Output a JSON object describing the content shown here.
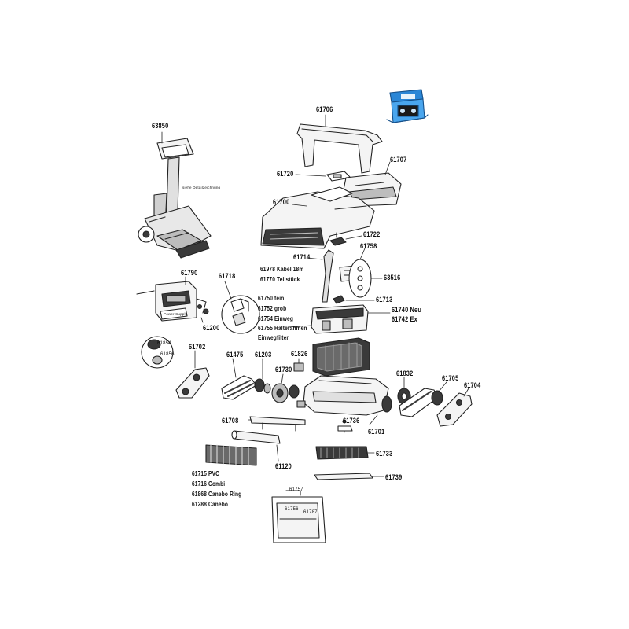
{
  "colors": {
    "line": "#222222",
    "fill_light": "#f4f4f4",
    "fill_mid": "#bdbdbd",
    "fill_dark": "#3a3a3a",
    "robot_blue": "#2a86d6"
  },
  "labels": {
    "p63850": "63850",
    "p61706": "61706",
    "p61707": "61707",
    "p61720": "61720",
    "p61700": "61700",
    "p61722": "61722",
    "p61758": "61758",
    "p61714": "61714",
    "p61978": "61978 Kabel 18m",
    "p61770": "61770 Teilstück",
    "p63516": "63516",
    "p61713": "61713",
    "p61740": "61740 Neu",
    "p61742": "61742 Ex",
    "p61750": "61750 fein",
    "p61752": "61752 grob",
    "p61754": "61754 Einweg",
    "p61755": "61755 Halterahmen",
    "einwegfilter": "Einwegfilter",
    "p61790": "61790",
    "p61718": "61718",
    "p61200": "61200",
    "p61702": "61702",
    "p61475": "61475",
    "p61203": "61203",
    "p61826": "61826",
    "p61730": "61730",
    "p61832": "61832",
    "p61705": "61705",
    "p61704": "61704",
    "p61708": "61708",
    "p61736": "61736",
    "p61701": "61701",
    "p61120": "61120",
    "p61733": "61733",
    "p61739": "61739",
    "p61715": "61715 PVC",
    "p61716": "61716 Combi",
    "p61868": "61868 Canebo Ring",
    "p61288": "61288 Canebo",
    "p61757": "61757",
    "p61756": "61756",
    "p61787": "61787",
    "p61854": "61854",
    "p61856": "61856",
    "cart_note": "siehe Detailzeichnung",
    "power_supply": "Power Supply"
  }
}
